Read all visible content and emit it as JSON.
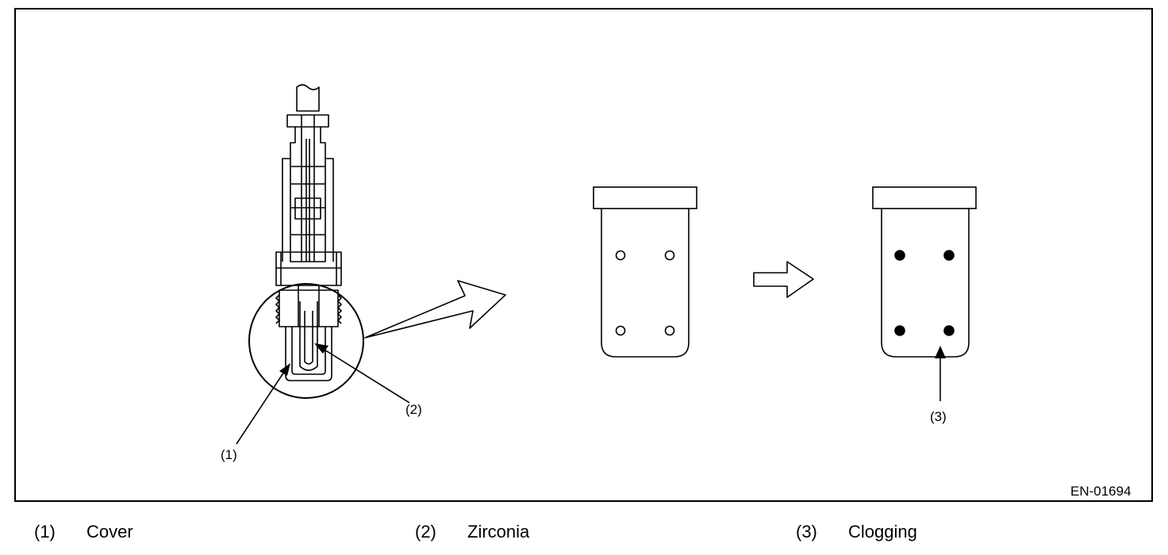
{
  "figure": {
    "id": "EN-01694",
    "callouts": {
      "c1": "(1)",
      "c2": "(2)",
      "c3": "(3)"
    }
  },
  "legend": [
    {
      "num": "(1)",
      "label": "Cover"
    },
    {
      "num": "(2)",
      "label": "Zirconia"
    },
    {
      "num": "(3)",
      "label": "Clogging"
    }
  ]
}
